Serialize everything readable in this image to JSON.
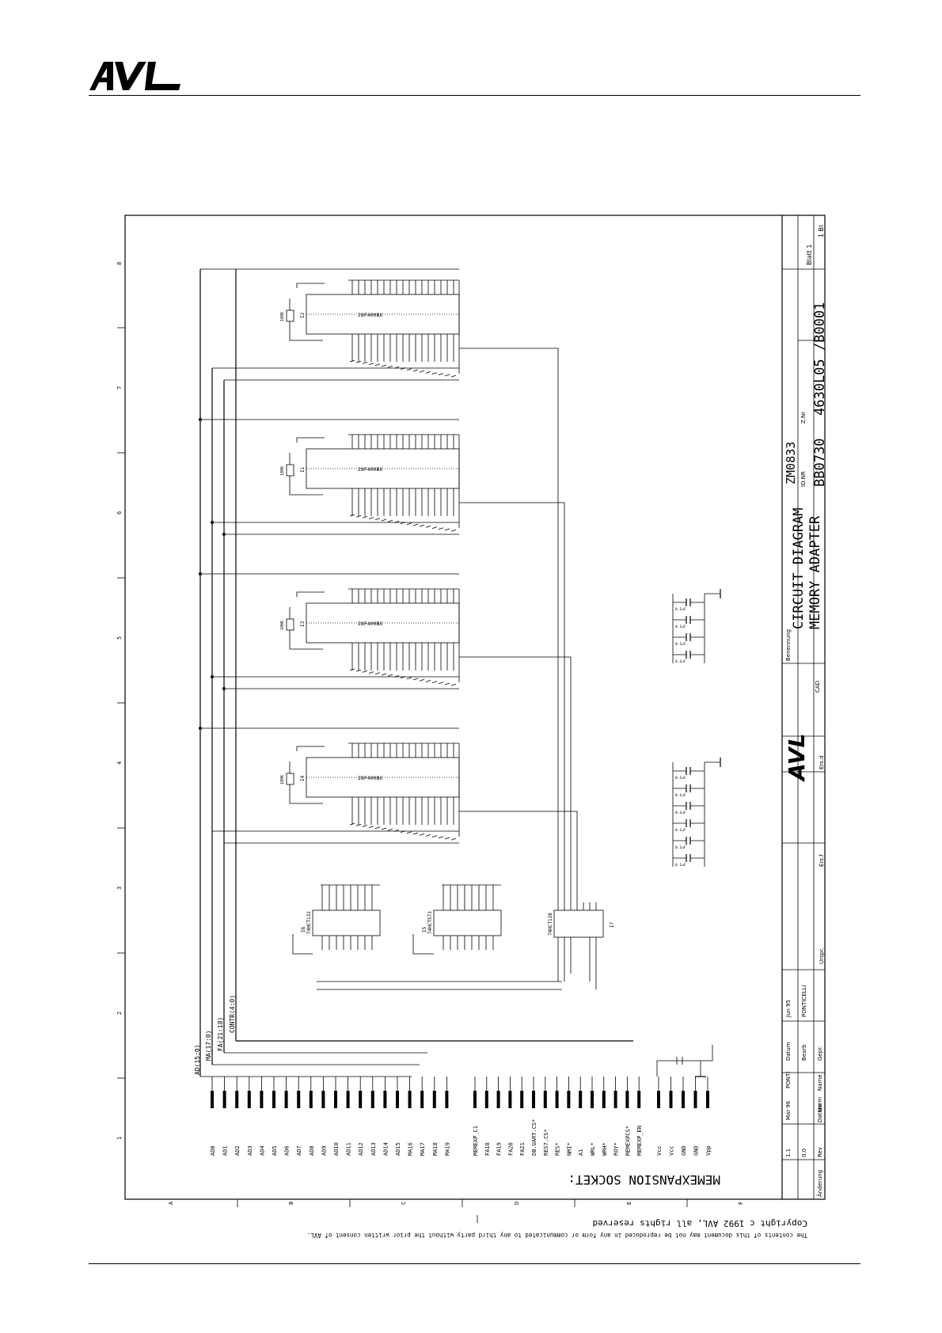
{
  "header": {
    "logo_text": "AVL"
  },
  "title_block": {
    "title_line1": "CIRCUIT DIAGRAM",
    "title_line2": "MEMORY ADAPTER",
    "benennung_label": "Benennung",
    "drawing_code": "ZM0833",
    "id_label": "ID.NR",
    "id_number": "BB0730",
    "z_label": "Z.Nr",
    "drawing_number": "4630L05 /B0001",
    "blatt_label": "Blatt 1",
    "blatt_of": "1 Bl",
    "ers_d_label": "Ers.d",
    "ers_f_label": "Ers.f",
    "ursprung_label": "Urspr.",
    "logo_small": "AVL",
    "logo_code": "CAD",
    "rows": [
      {
        "rev": "1.1",
        "date": "Mar 96",
        "name": "PONTI"
      },
      {
        "rev": "0.0",
        "date": "Jun 95",
        "name": "PONTICELLI"
      }
    ],
    "col_rev": "Rev",
    "col_datum": "Datum",
    "col_name": "Name",
    "aenderung": "Änderung",
    "datum_label": "Datum",
    "bearb_label": "Bearb",
    "gepr_label": "Gepr.",
    "norm_label": "Norm"
  },
  "schematic": {
    "chips": [
      {
        "ref": "I2",
        "part": "28F400BX"
      },
      {
        "ref": "I1",
        "part": "28F400BX"
      },
      {
        "ref": "I3",
        "part": "28F400BX"
      },
      {
        "ref": "I4",
        "part": "28F400BX"
      }
    ],
    "buffers": [
      {
        "ref": "I6",
        "part": "74HCT132"
      },
      {
        "ref": "I5",
        "part": "74HCT573"
      }
    ],
    "decoder": {
      "ref": "I7",
      "part": "74HCT138"
    },
    "buses": [
      "AD(15:0)",
      "MA(17:0)",
      "FA(21:18)",
      "CONTR(4:0)"
    ],
    "socket_label": "MEMEXPANSION SOCKET:",
    "socket_pins_a": [
      "AD0",
      "AD1",
      "AD2",
      "AD3",
      "AD4",
      "AD5",
      "AD6",
      "AD7",
      "AD8",
      "AD9",
      "AD10",
      "AD11",
      "AD12",
      "AD13",
      "AD14",
      "AD15",
      "MA16",
      "MA17",
      "MA18",
      "MA19"
    ],
    "socket_pins_b": [
      "MEMEXP_C1",
      "FA18",
      "FA19",
      "FA20",
      "FA21",
      "DB.UART.CS*",
      "RES7.CS*",
      "RES*",
      "NMI*",
      "A1",
      "WRL*",
      "WRH*",
      "ROY*",
      "MEMEXPCS*",
      "MEMEXP_EN"
    ],
    "socket_pins_c": [
      "Vcc",
      "Vcc",
      "GND",
      "GND",
      "Vpp"
    ],
    "pullup_values": [
      "100K",
      "100K",
      "100K",
      "100K"
    ],
    "cap_value": "0.1uF",
    "grid_numbers": [
      "8",
      "7",
      "6",
      "5",
      "4",
      "3",
      "2",
      "1"
    ],
    "grid_letters": [
      "A",
      "B",
      "C",
      "D",
      "E",
      "F"
    ]
  },
  "footer": {
    "copyright": "Copyright c 1992 AVL, all rights reserved",
    "notice": "The contents of this document may not be reproduced in any form or communicated to any third party without the prior written consent of AVL."
  }
}
